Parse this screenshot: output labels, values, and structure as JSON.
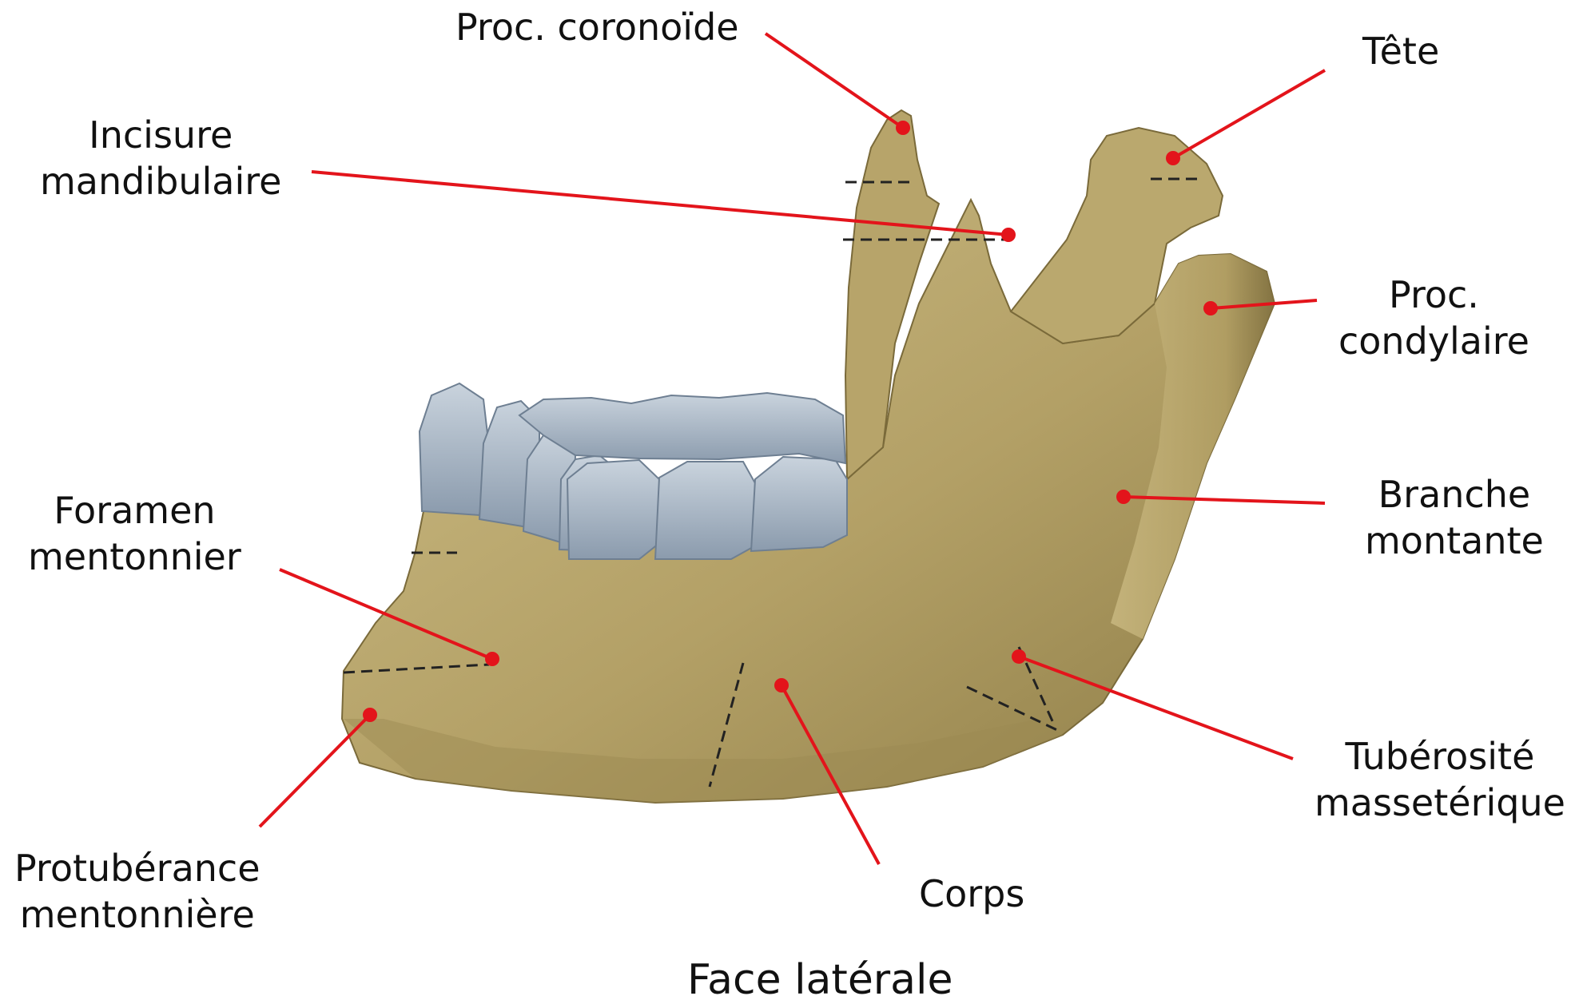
{
  "figure": {
    "caption": "Face latérale",
    "colors": {
      "bone": "#b9a66c",
      "bone_shadow": "#8a7a45",
      "bone_light": "#d3c48f",
      "teeth": "#aab8c6",
      "teeth_shadow": "#7f90a3",
      "leader_line": "#e3141b",
      "text": "#111111"
    },
    "labels": {
      "coronoid": [
        "Proc. coronoïde"
      ],
      "head": [
        "Tête"
      ],
      "notch": [
        "Incisure",
        "mandibulaire"
      ],
      "condylar": [
        "Proc.",
        "condylaire"
      ],
      "ramus": [
        "Branche",
        "montante"
      ],
      "mental_foramen": [
        "Foramen",
        "mentonnier"
      ],
      "masseteric": [
        "Tubérosité",
        "massetérique"
      ],
      "protuberance": [
        "Protubérance",
        "mentonnière"
      ],
      "body": [
        "Corps"
      ]
    }
  }
}
